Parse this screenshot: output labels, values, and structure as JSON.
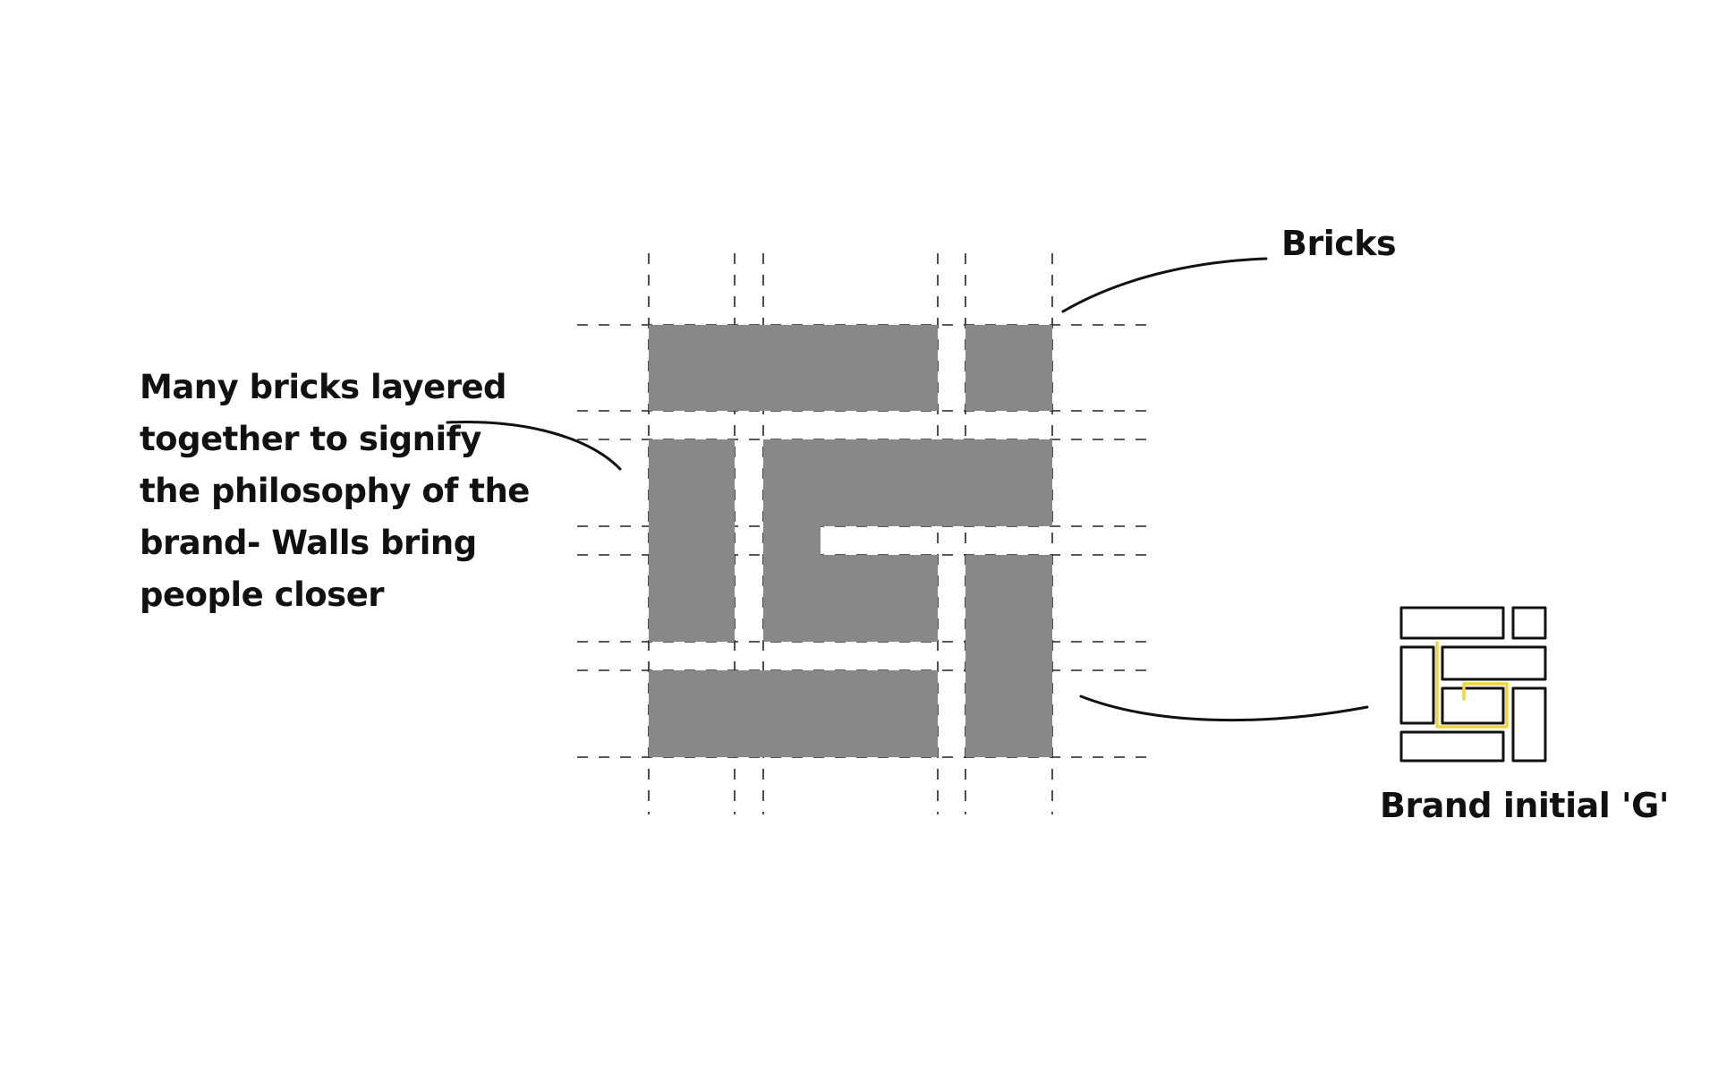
{
  "annotations": {
    "description_lines": [
      "Many bricks layered",
      "together to signify",
      "the philosophy of the",
      "brand- Walls bring",
      "people closer"
    ],
    "bricks_label": "Bricks",
    "brand_label": "Brand initial 'G'"
  },
  "colors": {
    "brick_fill": "#888888",
    "guide_line": "#222222",
    "ink": "#111111",
    "highlight": "#f2d33a",
    "background": "#ffffff"
  },
  "icons": {
    "main_mark": "brick-wall-g-icon",
    "small_mark": "brand-initial-g-icon"
  }
}
